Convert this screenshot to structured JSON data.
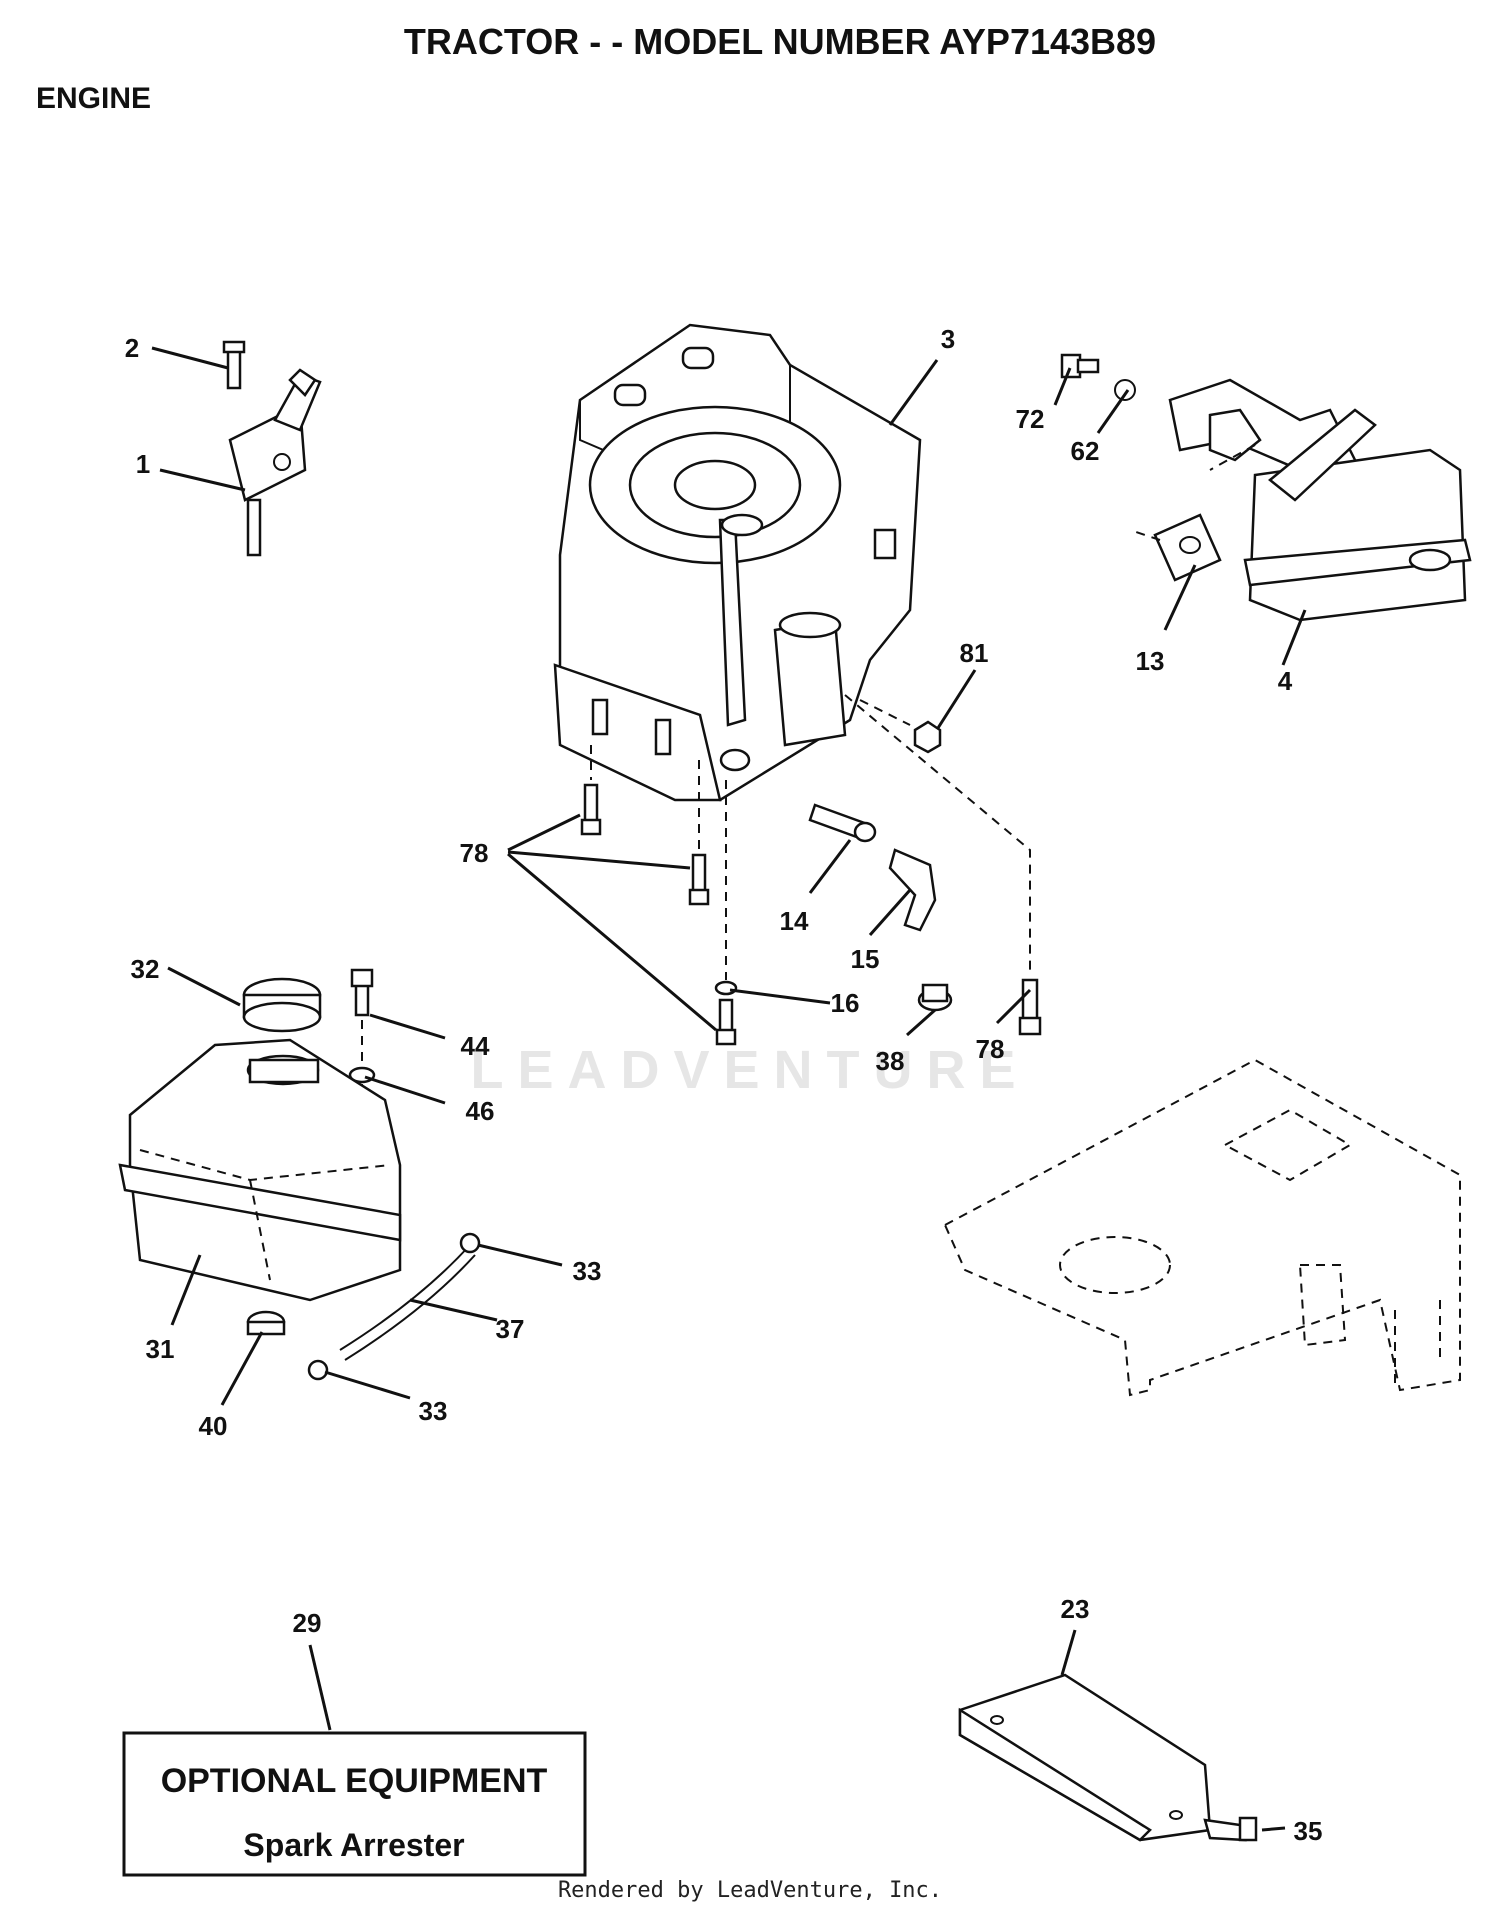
{
  "header": {
    "title": "TRACTOR - - MODEL NUMBER AYP7143B89",
    "section": "ENGINE"
  },
  "watermark": "LEADVENTURE",
  "callouts": {
    "c1": "1",
    "c2": "2",
    "c3": "3",
    "c4": "4",
    "c13": "13",
    "c14": "14",
    "c15": "15",
    "c16": "16",
    "c23": "23",
    "c29": "29",
    "c31": "31",
    "c32": "32",
    "c33a": "33",
    "c33b": "33",
    "c35": "35",
    "c37": "37",
    "c38": "38",
    "c40": "40",
    "c44": "44",
    "c46": "46",
    "c62": "62",
    "c72": "72",
    "c78a": "78",
    "c78b": "78",
    "c81": "81"
  },
  "optional_box": {
    "heading": "OPTIONAL EQUIPMENT",
    "item": "Spark Arrester"
  },
  "footer": "Rendered by LeadVenture, Inc."
}
